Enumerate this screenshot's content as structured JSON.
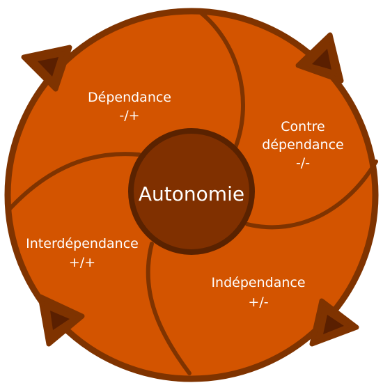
{
  "center": {
    "label": "Autonomie"
  },
  "segments": [
    {
      "id": "dependance",
      "line1": "Dépendance",
      "line2": "-/+"
    },
    {
      "id": "contre-dependance",
      "line1": "Contre",
      "line2": "dépendance",
      "line3": "-/-"
    },
    {
      "id": "independance",
      "line1": "Indépendance",
      "line2": "+/-"
    },
    {
      "id": "interdependance",
      "line1": "Interdépendance",
      "line2": "+/+"
    }
  ],
  "colors": {
    "background": "#ffffff",
    "wheel_fill": "#d35400",
    "wheel_outline": "#7f3300",
    "hub_fill": "#803000",
    "hub_ring": "#5a2200",
    "arrow_fill": "#5a1f00",
    "text": "#ffffff"
  },
  "icons": {
    "arrows": [
      "cycle-arrow-top-left-icon",
      "cycle-arrow-top-right-icon",
      "cycle-arrow-bottom-right-icon",
      "cycle-arrow-bottom-left-icon"
    ]
  }
}
